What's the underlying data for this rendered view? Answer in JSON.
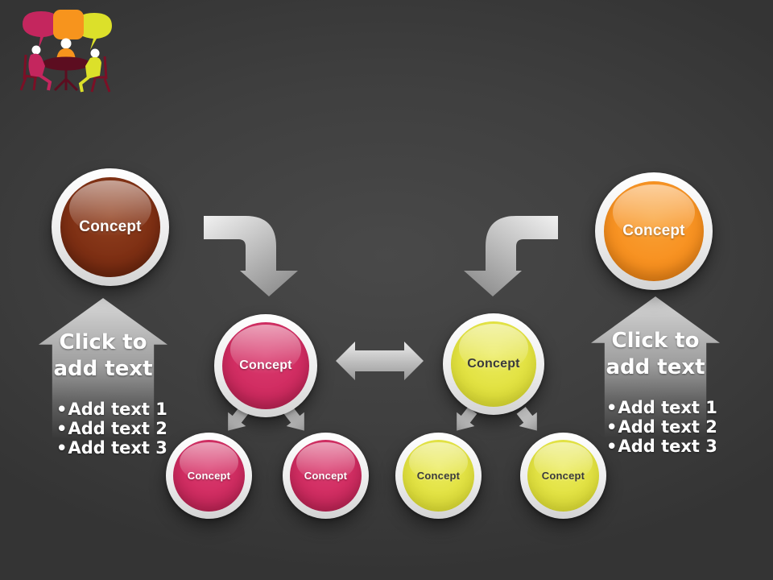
{
  "slide": {
    "clipart_name": "people-discussion",
    "colors": {
      "background": "#3f3f3f",
      "brown": "#7b2d12",
      "orange": "#f78f1e",
      "pink": "#cf2a5f",
      "yellow": "#e0e03c",
      "ring_white": "#f0f0f0",
      "arrow_gray": "#b5b5b5"
    }
  },
  "concepts": {
    "brown": "Concept",
    "orange": "Concept",
    "pink": "Concept",
    "yellow": "Concept",
    "pink_sub1": "Concept",
    "pink_sub2": "Concept",
    "yellow_sub1": "Concept",
    "yellow_sub2": "Concept"
  },
  "bullet_char": "•",
  "placeholders": {
    "left": {
      "title_line1": "Click to",
      "title_line2": "add text",
      "bullets": [
        "Add text 1",
        "Add text 2",
        "Add text 3"
      ]
    },
    "right": {
      "title_line1": "Click to",
      "title_line2": "add text",
      "bullets": [
        "Add text 1",
        "Add text 2",
        "Add text 3"
      ]
    }
  }
}
